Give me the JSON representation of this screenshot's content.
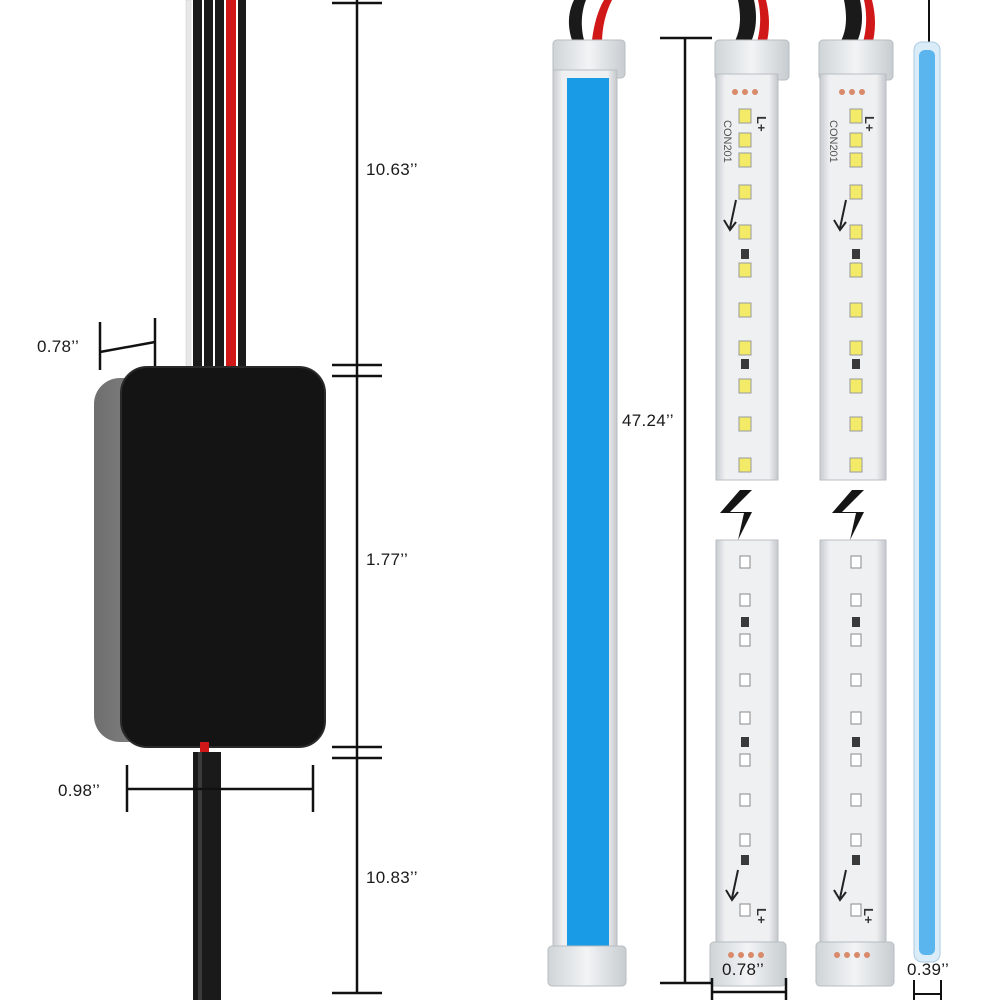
{
  "dimensions": {
    "top_cable_length": "10.63’’",
    "box_thickness": "0.78’’",
    "box_length": "1.77’’",
    "box_width": "0.98’’",
    "bottom_cable_length": "10.83’’",
    "strip_length": "47.24’’",
    "strip_width": "0.78’’",
    "thin_strip_width": "0.39’’"
  },
  "pcb_text": {
    "polarity_top": "L+",
    "board_code": "CON201",
    "polarity_bottom": "L+"
  },
  "colors": {
    "diffuser_blue": "#1a9be6",
    "thin_strip_blue": "#5ab4ee",
    "controller_box": "#141414",
    "wire_red": "#d01818",
    "wire_black": "#1a1a1a",
    "led_yellow": "#f3ea68",
    "pcb_white": "#ececee",
    "end_cap": "#e4e8ea"
  },
  "icons": [
    "break-symbol-icon",
    "arrow-down-icon"
  ]
}
